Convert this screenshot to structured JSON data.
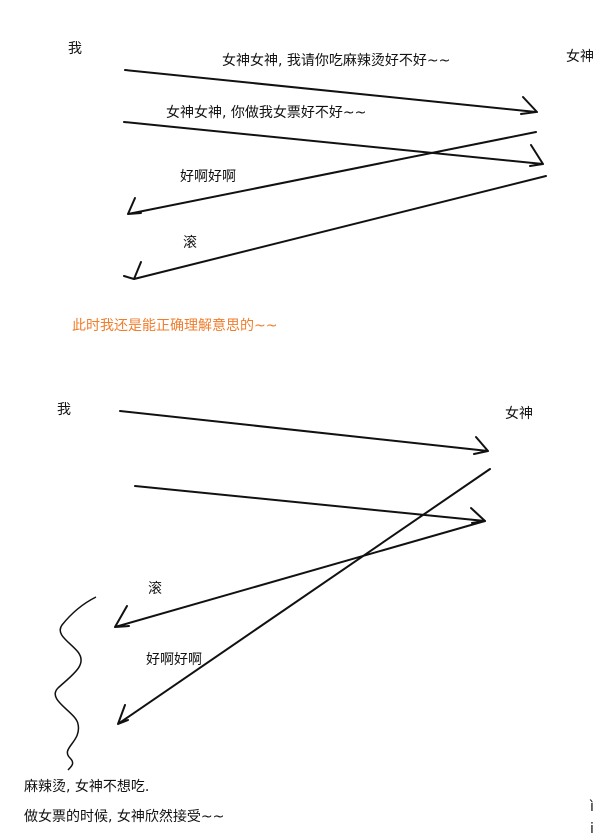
{
  "diagram1": {
    "left_actor": "我",
    "right_actor": "女神",
    "messages": [
      "女神女神, 我请你吃麻辣烫好不好~~",
      "女神女神, 你做我女票好不好~~",
      "好啊好啊",
      "滚"
    ],
    "note": "此时我还是能正确理解意思的~~"
  },
  "diagram2": {
    "left_actor": "我",
    "right_actor": "女神",
    "messages": [
      "滚",
      "好啊好啊"
    ],
    "notes": [
      "麻辣烫, 女神不想吃.",
      "做女票的时候, 女神欣然接受~~"
    ]
  },
  "edge_fragments": [
    "ì",
    "i"
  ],
  "colors": {
    "ink": "#111111",
    "note": "#f07d2c",
    "background": "#ffffff"
  }
}
